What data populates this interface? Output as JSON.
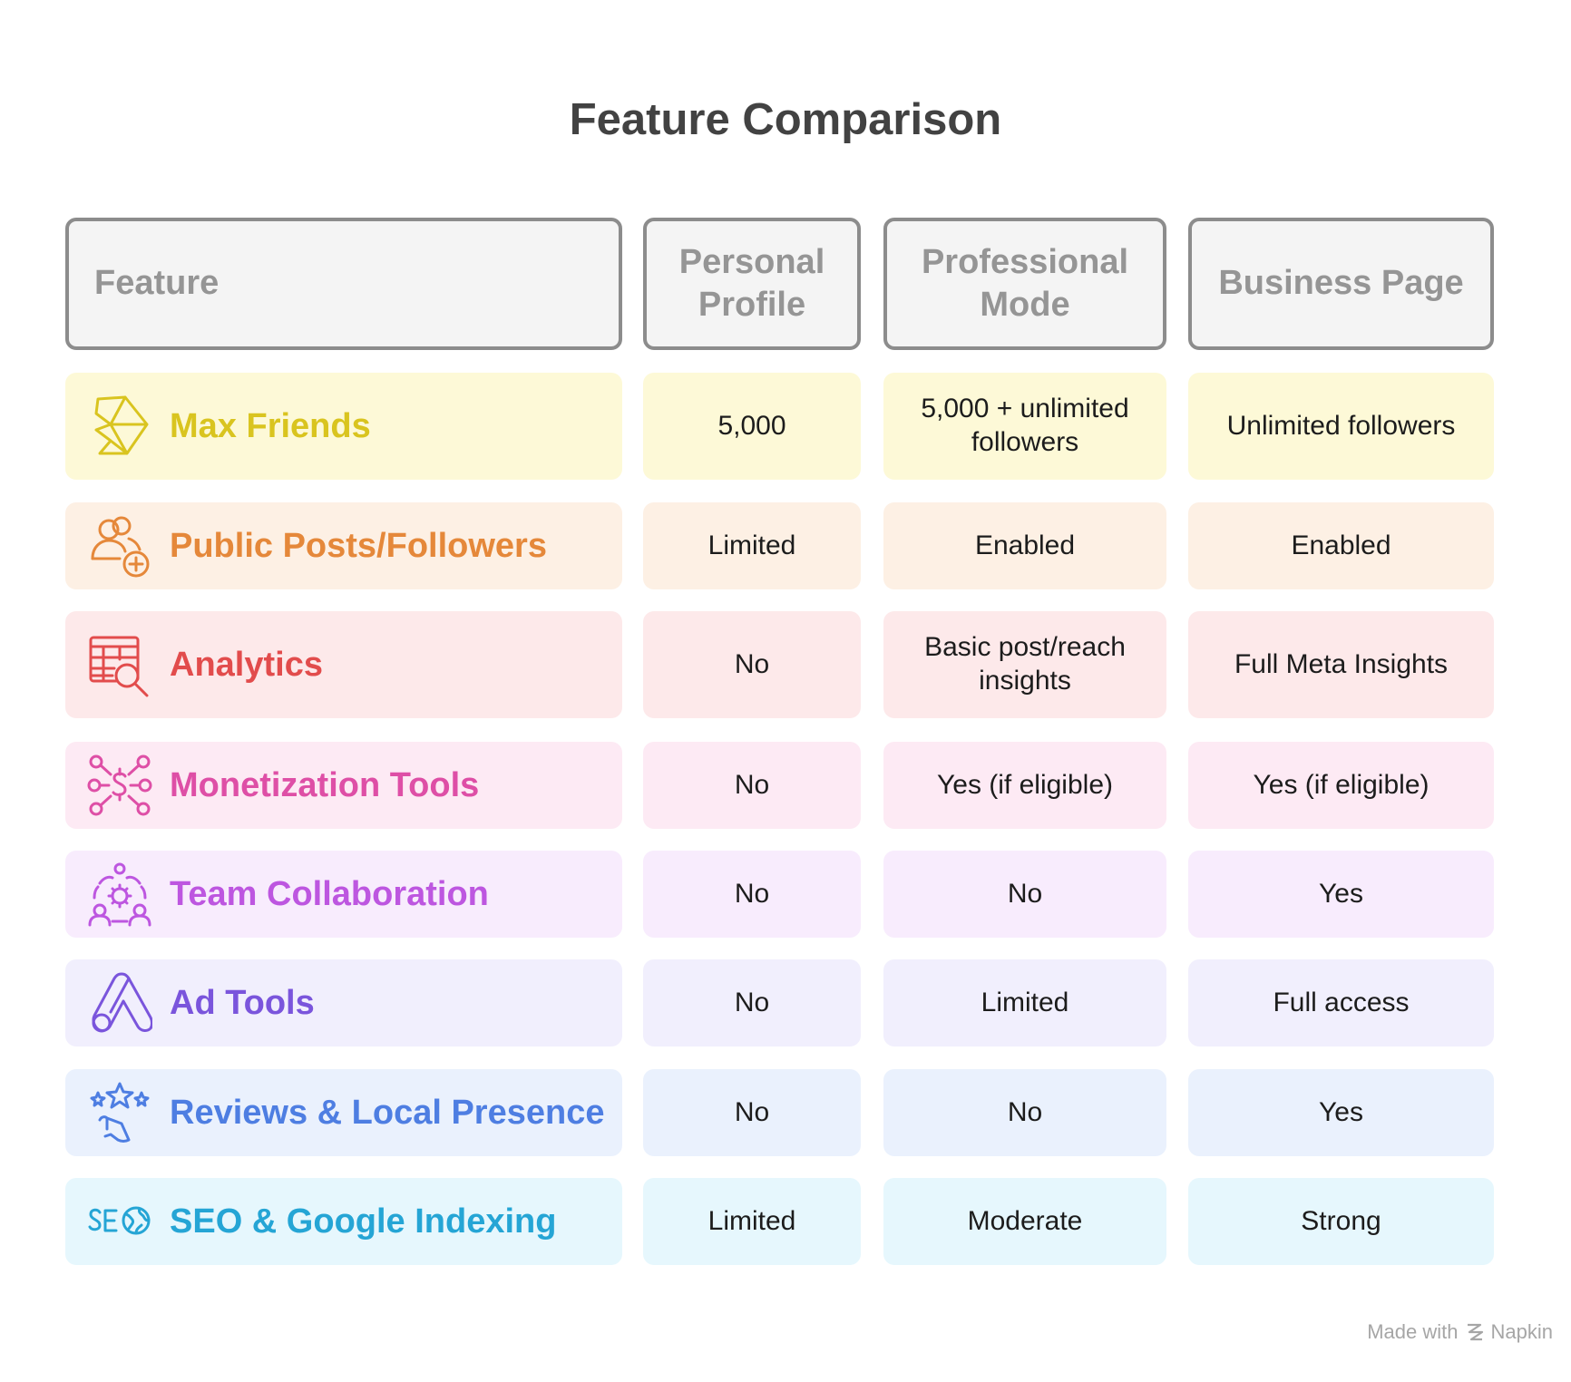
{
  "title": "Feature Comparison",
  "headers": [
    "Feature",
    "Personal Profile",
    "Professional Mode",
    "Business Page"
  ],
  "rows": [
    {
      "feature": "Max Friends",
      "icon": "polygon-mask-icon",
      "color": "#d9c41f",
      "bg": "#fdf9d7",
      "values": [
        "5,000",
        "5,000 + unlimited followers",
        "Unlimited followers"
      ]
    },
    {
      "feature": "Public Posts/Followers",
      "icon": "user-group-add-icon",
      "color": "#e5883a",
      "bg": "#fdf0e4",
      "values": [
        "Limited",
        "Enabled",
        "Enabled"
      ]
    },
    {
      "feature": "Analytics",
      "icon": "table-search-icon",
      "color": "#e24c4c",
      "bg": "#fde9ea",
      "values": [
        "No",
        "Basic post/reach insights",
        "Full Meta Insights"
      ]
    },
    {
      "feature": "Monetization Tools",
      "icon": "dollar-network-icon",
      "color": "#de4fa6",
      "bg": "#fdeaf4",
      "values": [
        "No",
        "Yes (if eligible)",
        "Yes (if eligible)"
      ]
    },
    {
      "feature": "Team Collaboration",
      "icon": "team-gear-icon",
      "color": "#bd56e0",
      "bg": "#f8ecfd",
      "values": [
        "No",
        "No",
        "Yes"
      ]
    },
    {
      "feature": "Ad Tools",
      "icon": "ads-logo-icon",
      "color": "#7a55dc",
      "bg": "#f1effd",
      "values": [
        "No",
        "Limited",
        "Full access"
      ]
    },
    {
      "feature": "Reviews & Local Presence",
      "icon": "stars-hand-icon",
      "color": "#4e7ee2",
      "bg": "#eaf1fd",
      "values": [
        "No",
        "No",
        "Yes"
      ]
    },
    {
      "feature": "SEO & Google Indexing",
      "icon": "seo-globe-icon",
      "color": "#25a5d5",
      "bg": "#e6f7fd",
      "values": [
        "Limited",
        "Moderate",
        "Strong"
      ]
    }
  ],
  "footer": {
    "made_with": "Made with",
    "brand": "Napkin"
  }
}
